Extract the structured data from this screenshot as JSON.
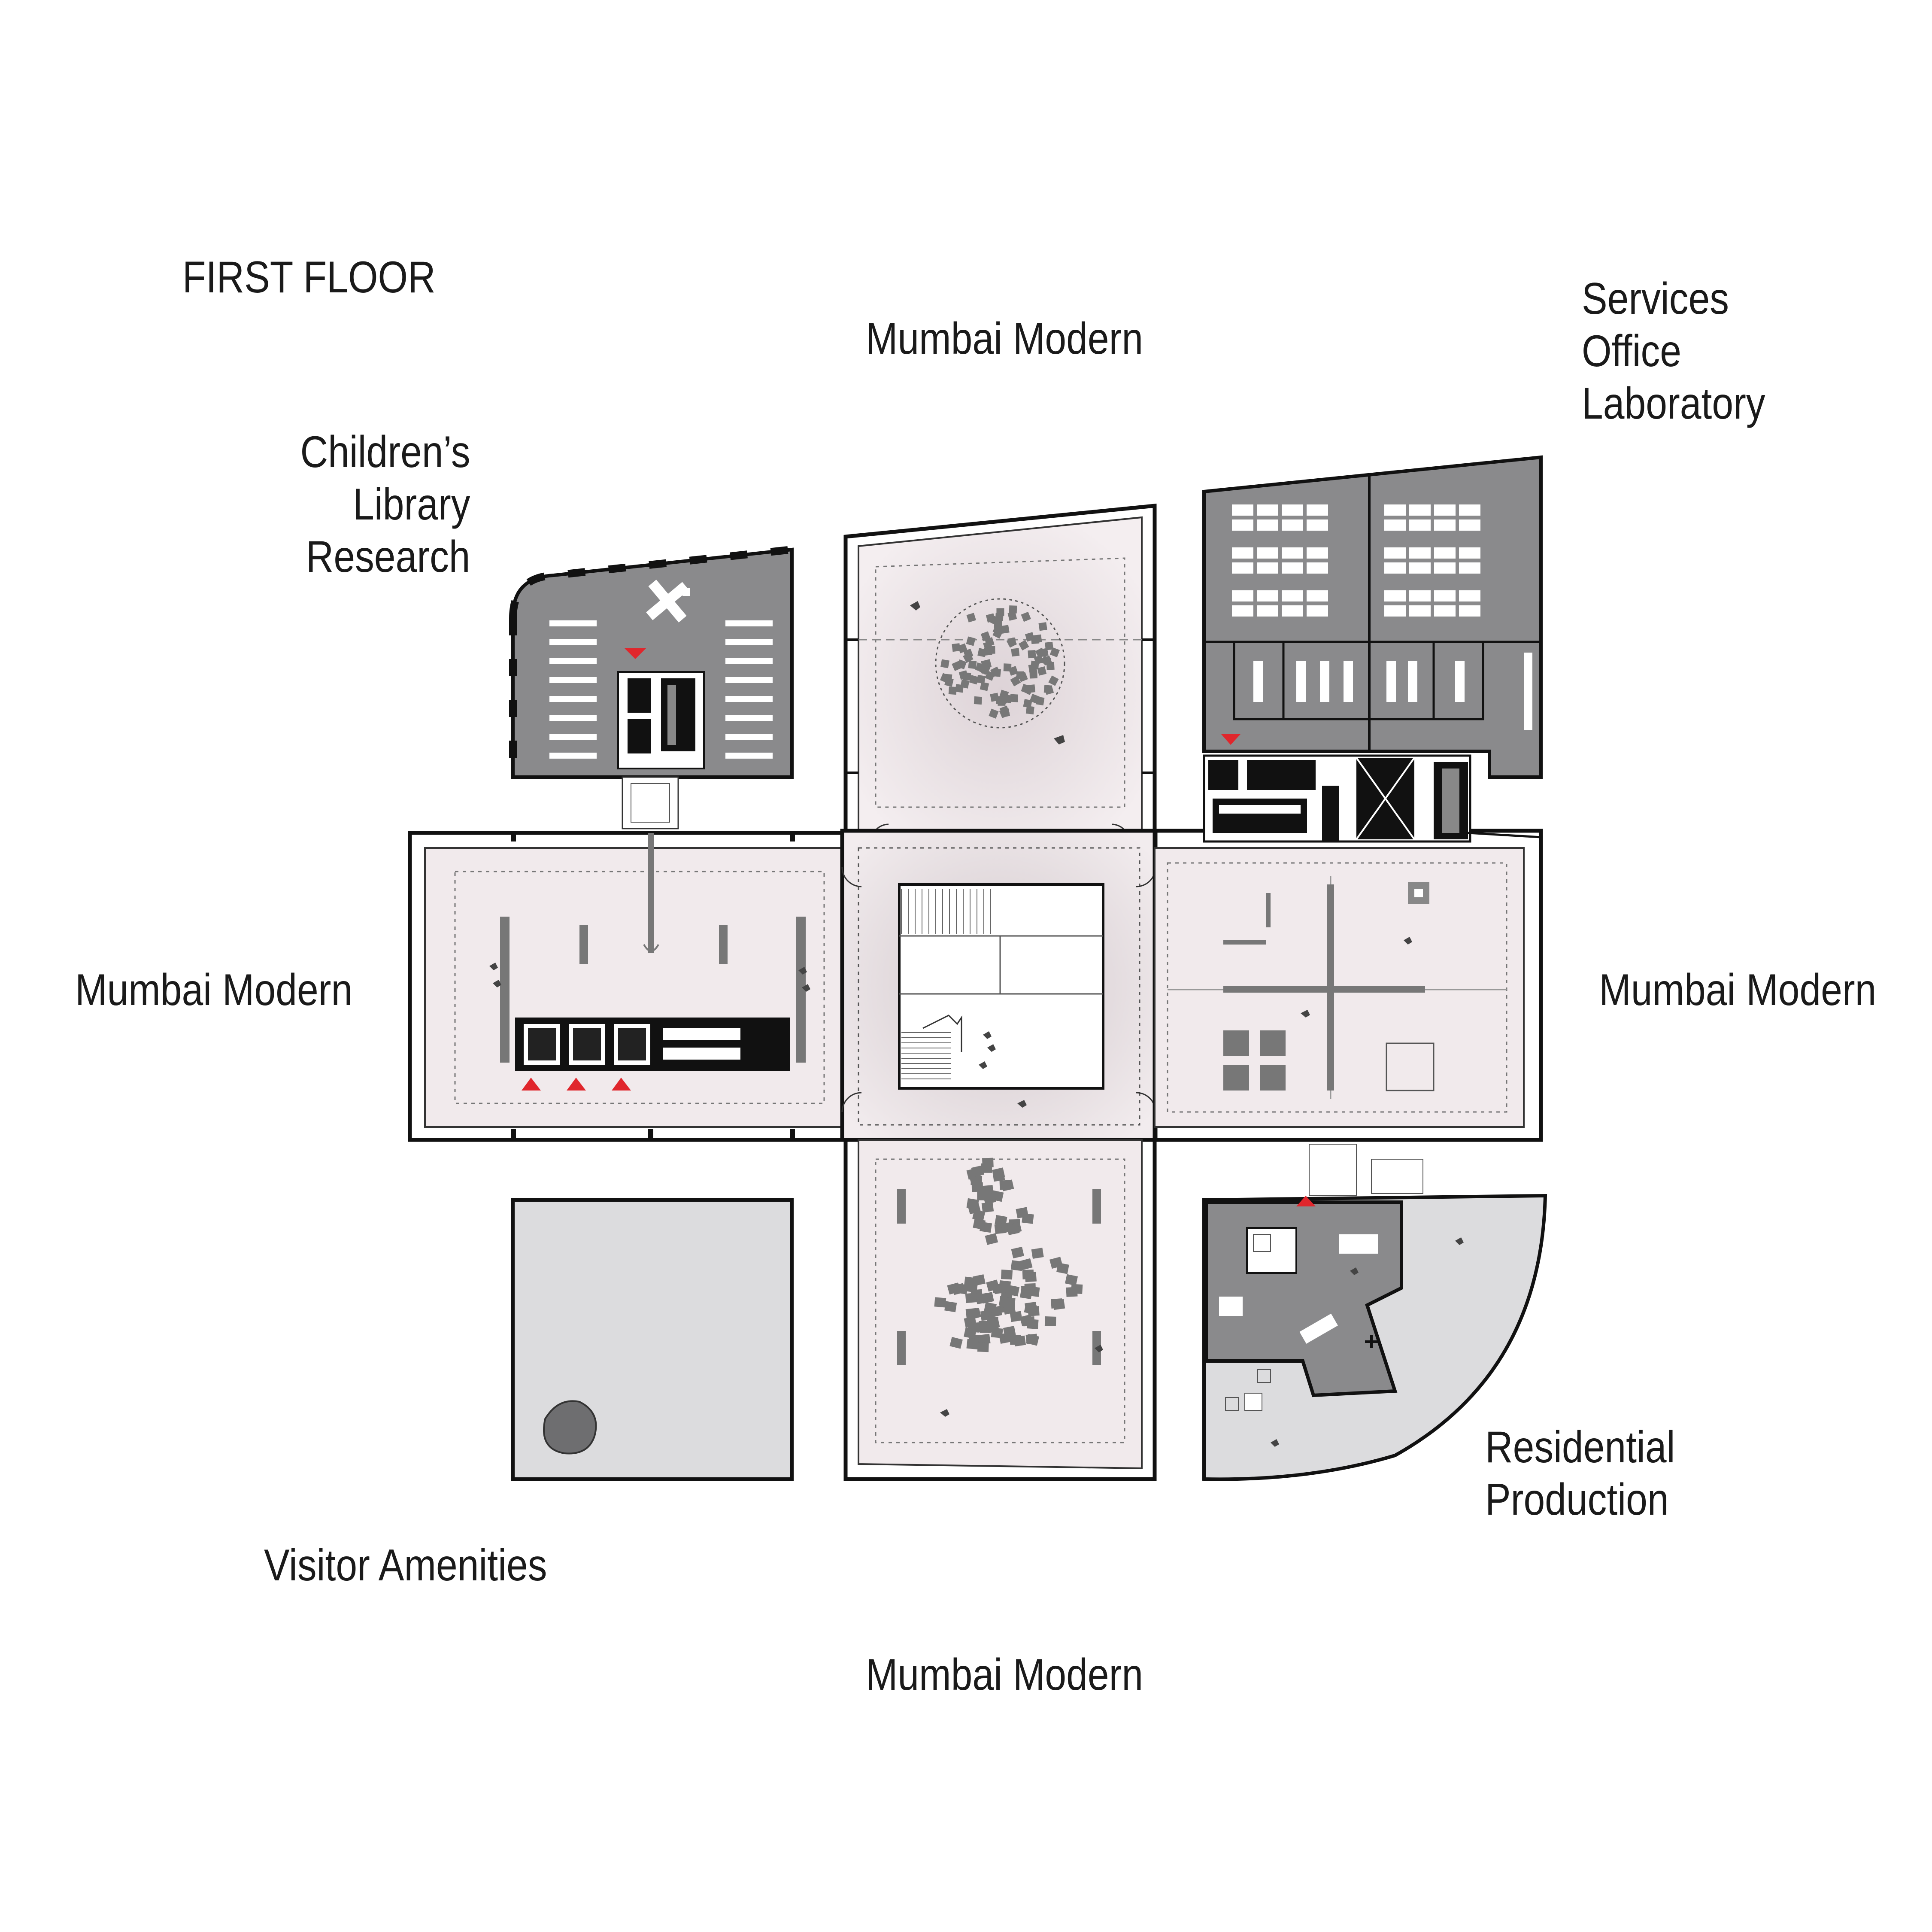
{
  "title": "FIRST FLOOR",
  "labels": {
    "north": "Mumbai Modern",
    "west": "Mumbai Modern",
    "east": "Mumbai Modern",
    "south": "Mumbai Modern",
    "children": [
      "Children’s",
      "Library",
      "Research"
    ],
    "services": [
      "Services",
      "Office",
      "Laboratory"
    ],
    "residential": [
      "Residential",
      "Production"
    ],
    "visitor": "Visitor Amenities"
  },
  "colors": {
    "gallery_floor": "#f0e9eb",
    "gallery_swirl": "#d9cfd3",
    "dark_room": "#8a8a8c",
    "light_yard": "#dcdcde",
    "wall": "#111111",
    "entry_marker": "#e0262c",
    "furniture": "#6e6e70"
  },
  "icons": [
    "entry-triangle-icon",
    "person-icon",
    "stair-icon"
  ]
}
